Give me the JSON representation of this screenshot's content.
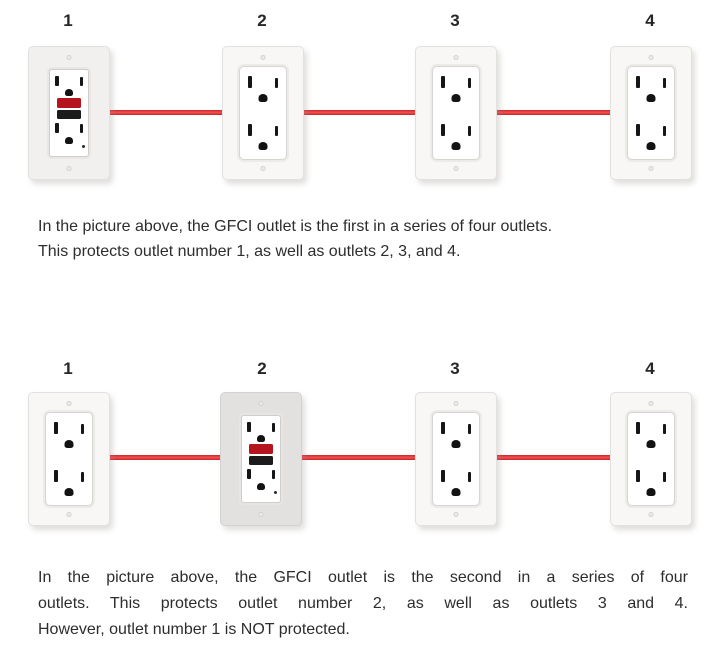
{
  "colors": {
    "wire_red": "#dd2a30",
    "gfci_test_button_red": "#b5161d",
    "gfci_reset_button_black": "#1b1b1b",
    "plate_white": "#f8f7f6",
    "gfci_plate_gray": "#e2e1df",
    "text": "#2d2d2d"
  },
  "diagram1": {
    "description": "GFCI outlet first in a series of four outlets",
    "outlet_labels": [
      "1",
      "2",
      "3",
      "4"
    ],
    "gfci_outlet_number": "1",
    "caption_lines": [
      "In the picture above, the GFCI outlet is the first in a series of four outlets.",
      "This protects outlet number 1, as well as outlets 2, 3, and 4."
    ]
  },
  "diagram2": {
    "description": "GFCI outlet second in a series of four outlets",
    "outlet_labels": [
      "1",
      "2",
      "3",
      "4"
    ],
    "gfci_outlet_number": "2",
    "caption_lines": [
      "In the picture above, the GFCI outlet is the second in a series of four",
      "outlets. This protects outlet number 2, as well as outlets 3 and 4.",
      "However, outlet number 1 is NOT protected."
    ]
  }
}
